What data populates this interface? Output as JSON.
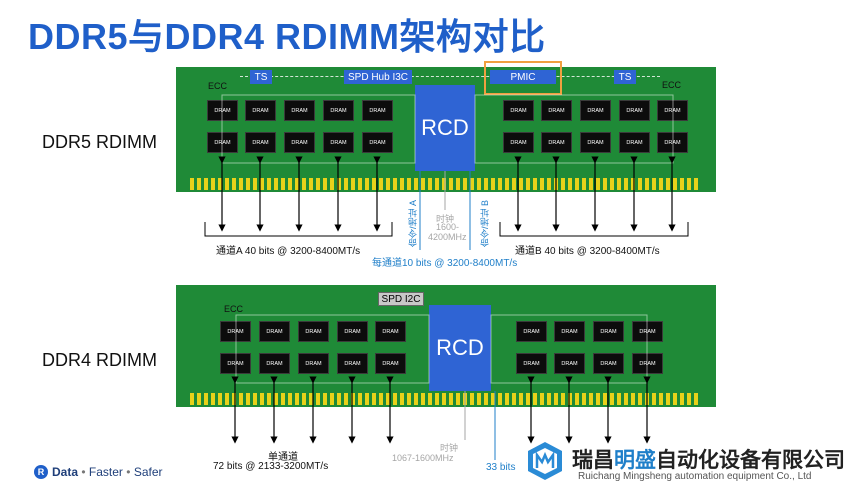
{
  "title": "DDR5与DDR4 RDIMM架构对比",
  "ddr5": {
    "label": "DDR5 RDIMM",
    "ts_left": "TS",
    "ts_right": "TS",
    "spd_hub": "SPD Hub I3C",
    "pmic": "PMIC",
    "ecc_left": "ECC",
    "ecc_right": "ECC",
    "rcd": "RCD",
    "dram": "DRAM",
    "cmd_addr_a": "命令/地址 A",
    "cmd_addr_b": "命令/地址 B",
    "clock_label": "时钟",
    "clock_range_1": "1600-",
    "clock_range_2": "4200MHz",
    "channel_a": "通道A 40 bits @ 3200-8400MT/s",
    "channel_b": "通道B 40 bits @ 3200-8400MT/s",
    "per_channel": "每通道10 bits @ 3200-8400MT/s"
  },
  "ddr4": {
    "label": "DDR4 RDIMM",
    "spd": "SPD I2C",
    "ecc": "ECC",
    "rcd": "RCD",
    "dram": "DRAM",
    "single_channel": "单通道",
    "single_bits": "72 bits @ 2133-3200MT/s",
    "clock_label": "时钟",
    "clock_range": "1067-1600MHz",
    "cmd_bits": "33 bits"
  },
  "footer": {
    "brand_data": "Data",
    "brand_faster": "Faster",
    "brand_safer": "Safer",
    "company_cn_1": "瑞昌",
    "company_cn_2": "明盛",
    "company_cn_3": "自动化设备有限公司",
    "company_en": "Ruichang Mingsheng automation equipment Co., Ltd"
  },
  "colors": {
    "title": "#1f5fc9",
    "board": "#1f8a37",
    "rcd": "#2f64d4",
    "pins": "#e8d21a",
    "pmic_highlight": "#f0a040"
  }
}
